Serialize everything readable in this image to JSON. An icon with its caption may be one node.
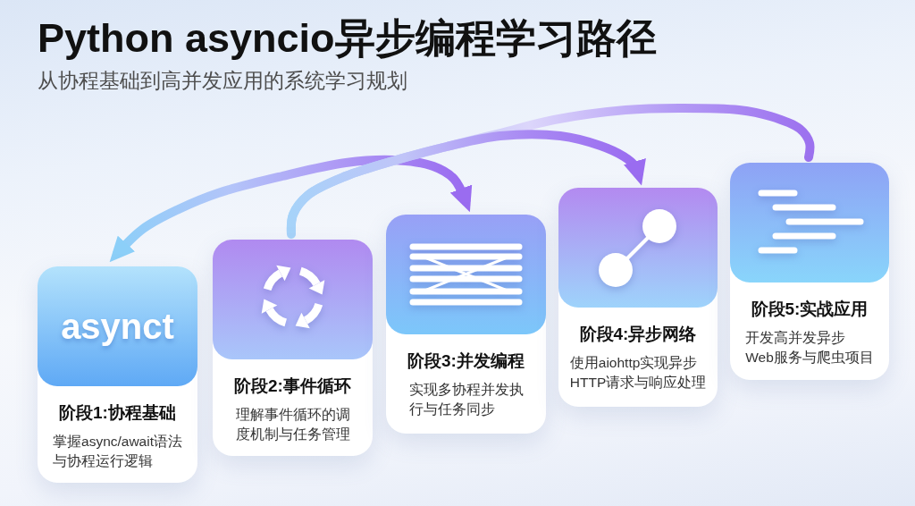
{
  "diagram": {
    "title": "Python asyncio异步编程学习路径",
    "nodes": [
      {
        "text": [
          "asynct",
          "阶段1:协程基础",
          "掌握async/await语法与协程运行逻辑"
        ]
      },
      {
        "text": [
          "阶段2:事件循环",
          "理解事件循环的调度机制与任务管理"
        ]
      },
      {
        "text": [
          "阶段3:并发编程",
          "实现多协程并发执行与任务同步"
        ]
      },
      {
        "text": [
          "阶段4:异步网络",
          "使用aiohttp实现异步HTTP请求与响应处理"
        ]
      },
      {
        "text": [
          "阶段5:实战应用",
          "开发高并发异步Web服务与爬虫项目"
        ]
      }
    ],
    "edges": [
      {
        "from": 0,
        "to": 2,
        "arrow": "both"
      },
      {
        "from": 1,
        "to": 4,
        "arrow": "none"
      },
      {
        "from": 1,
        "to": 3,
        "arrow": "to"
      }
    ],
    "labels": [
      "从协程基础到高并发应用的系统学习规划"
    ]
  }
}
